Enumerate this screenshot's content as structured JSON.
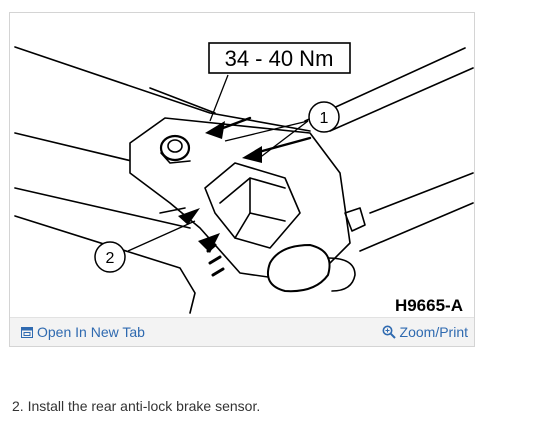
{
  "figure": {
    "torque_label": "34 - 40 Nm",
    "callout_1": "1",
    "callout_2": "2",
    "figure_id": "H9665-A",
    "toolbar": {
      "open_tab_label": "Open In New Tab",
      "open_tab_icon": "open-window-icon",
      "zoom_label": "Zoom/Print",
      "zoom_icon": "magnifier-icon",
      "link_color": "#2f6ab0"
    }
  },
  "instruction": {
    "text": "2. Install the rear anti-lock brake sensor."
  }
}
